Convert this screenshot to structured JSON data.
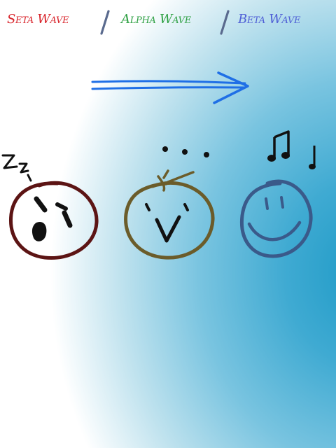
{
  "tabs": [
    {
      "label": "Seta Wave",
      "color": "#d8232a"
    },
    {
      "label": "Alpha Wave",
      "color": "#2ea043"
    },
    {
      "label": "Beta Wave",
      "color": "#4f5fd6"
    }
  ],
  "separator_color": "#5a6a8e",
  "arrow_color": "#1f6fe6",
  "faces": [
    {
      "name": "sleeping",
      "color": "#5c1414"
    },
    {
      "name": "neutral",
      "color": "#6b5c2a"
    },
    {
      "name": "happy",
      "color": "#3a5a8a"
    }
  ]
}
